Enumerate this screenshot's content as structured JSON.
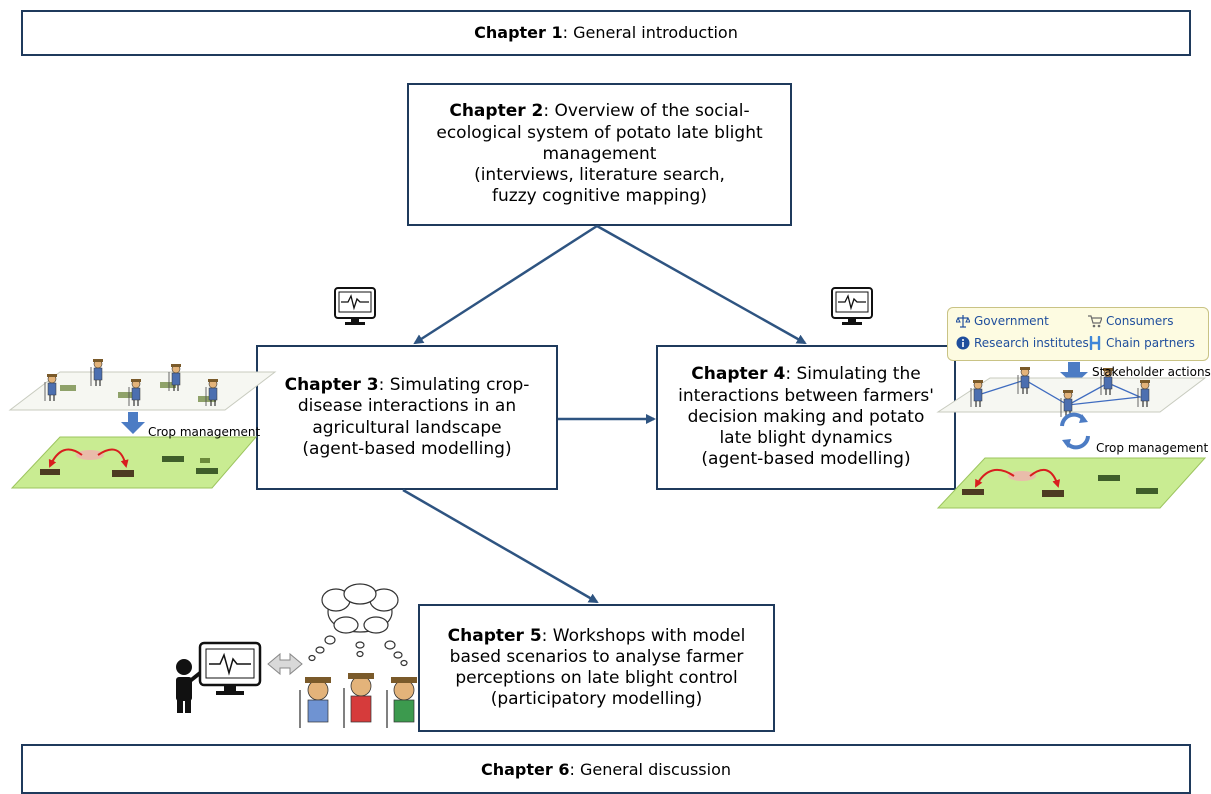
{
  "chapters": {
    "ch1": {
      "bold": "Chapter 1",
      "rest": ": General introduction"
    },
    "ch2": {
      "bold": "Chapter 2",
      "rest": ": Overview of the social-",
      "lines": [
        "ecological system of potato late blight",
        "management",
        "(interviews, literature search,",
        "fuzzy cognitive mapping)"
      ]
    },
    "ch3": {
      "bold": "Chapter 3",
      "rest": ": Simulating crop-",
      "lines": [
        "disease interactions in an",
        "agricultural landscape",
        "(agent-based modelling)"
      ]
    },
    "ch4": {
      "bold": "Chapter 4",
      "rest": ": Simulating the",
      "lines": [
        "interactions between farmers'",
        "decision making and potato",
        "late blight dynamics",
        "(agent-based modelling)"
      ]
    },
    "ch5": {
      "bold": "Chapter 5",
      "rest": ": Workshops with model",
      "lines": [
        "based scenarios to analyse farmer",
        "perceptions on late blight control",
        "(participatory modelling)"
      ]
    },
    "ch6": {
      "bold": "Chapter 6",
      "rest": ": General discussion"
    }
  },
  "labels": {
    "crop_management_left": "Crop management",
    "crop_management_right": "Crop management",
    "stakeholder_actions": "Stakeholder actions"
  },
  "legend": {
    "government": "Government",
    "consumers": "Consumers",
    "research_institutes": "Research institutes",
    "chain_partners": "Chain partners"
  },
  "colors": {
    "box_border": "#1f3a5c",
    "arrow": "#2e5481",
    "legend_text": "#1f4e9c",
    "field_green": "#c9ec92",
    "disease_red": "#d81e1e"
  }
}
